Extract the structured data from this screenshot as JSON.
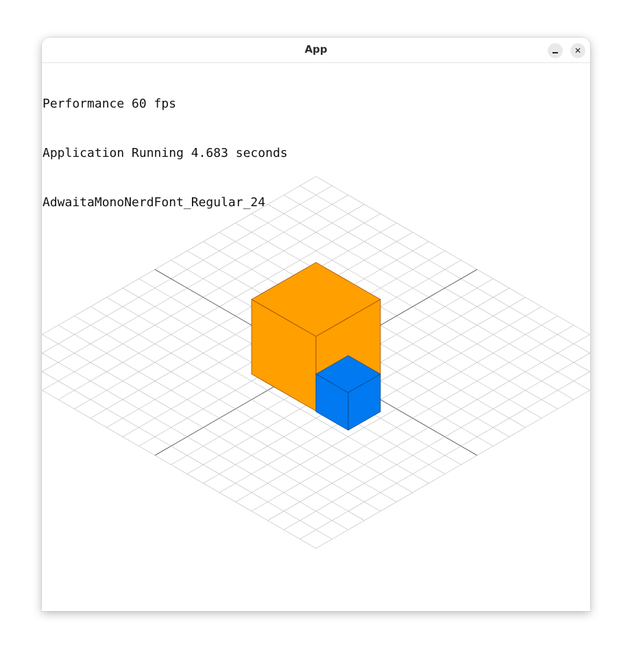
{
  "window": {
    "title": "App"
  },
  "titlebar_buttons": {
    "minimize_icon": "minimize-icon",
    "close_icon": "close-icon"
  },
  "overlay": {
    "performance": "Performance 60 fps",
    "running": "Application Running 4.683 seconds",
    "font": "AdwaitaMonoNerdFont_Regular_24"
  },
  "scene": {
    "grid_cells": 20,
    "major_every": 10,
    "grid_color": "#b8b8b8",
    "major_color": "#555555",
    "cubes": [
      {
        "name": "orange-cube",
        "color": "#ff9f00",
        "edge": "#8a3b00"
      },
      {
        "name": "blue-cube",
        "color": "#0079f1",
        "edge": "#123a66"
      }
    ]
  }
}
